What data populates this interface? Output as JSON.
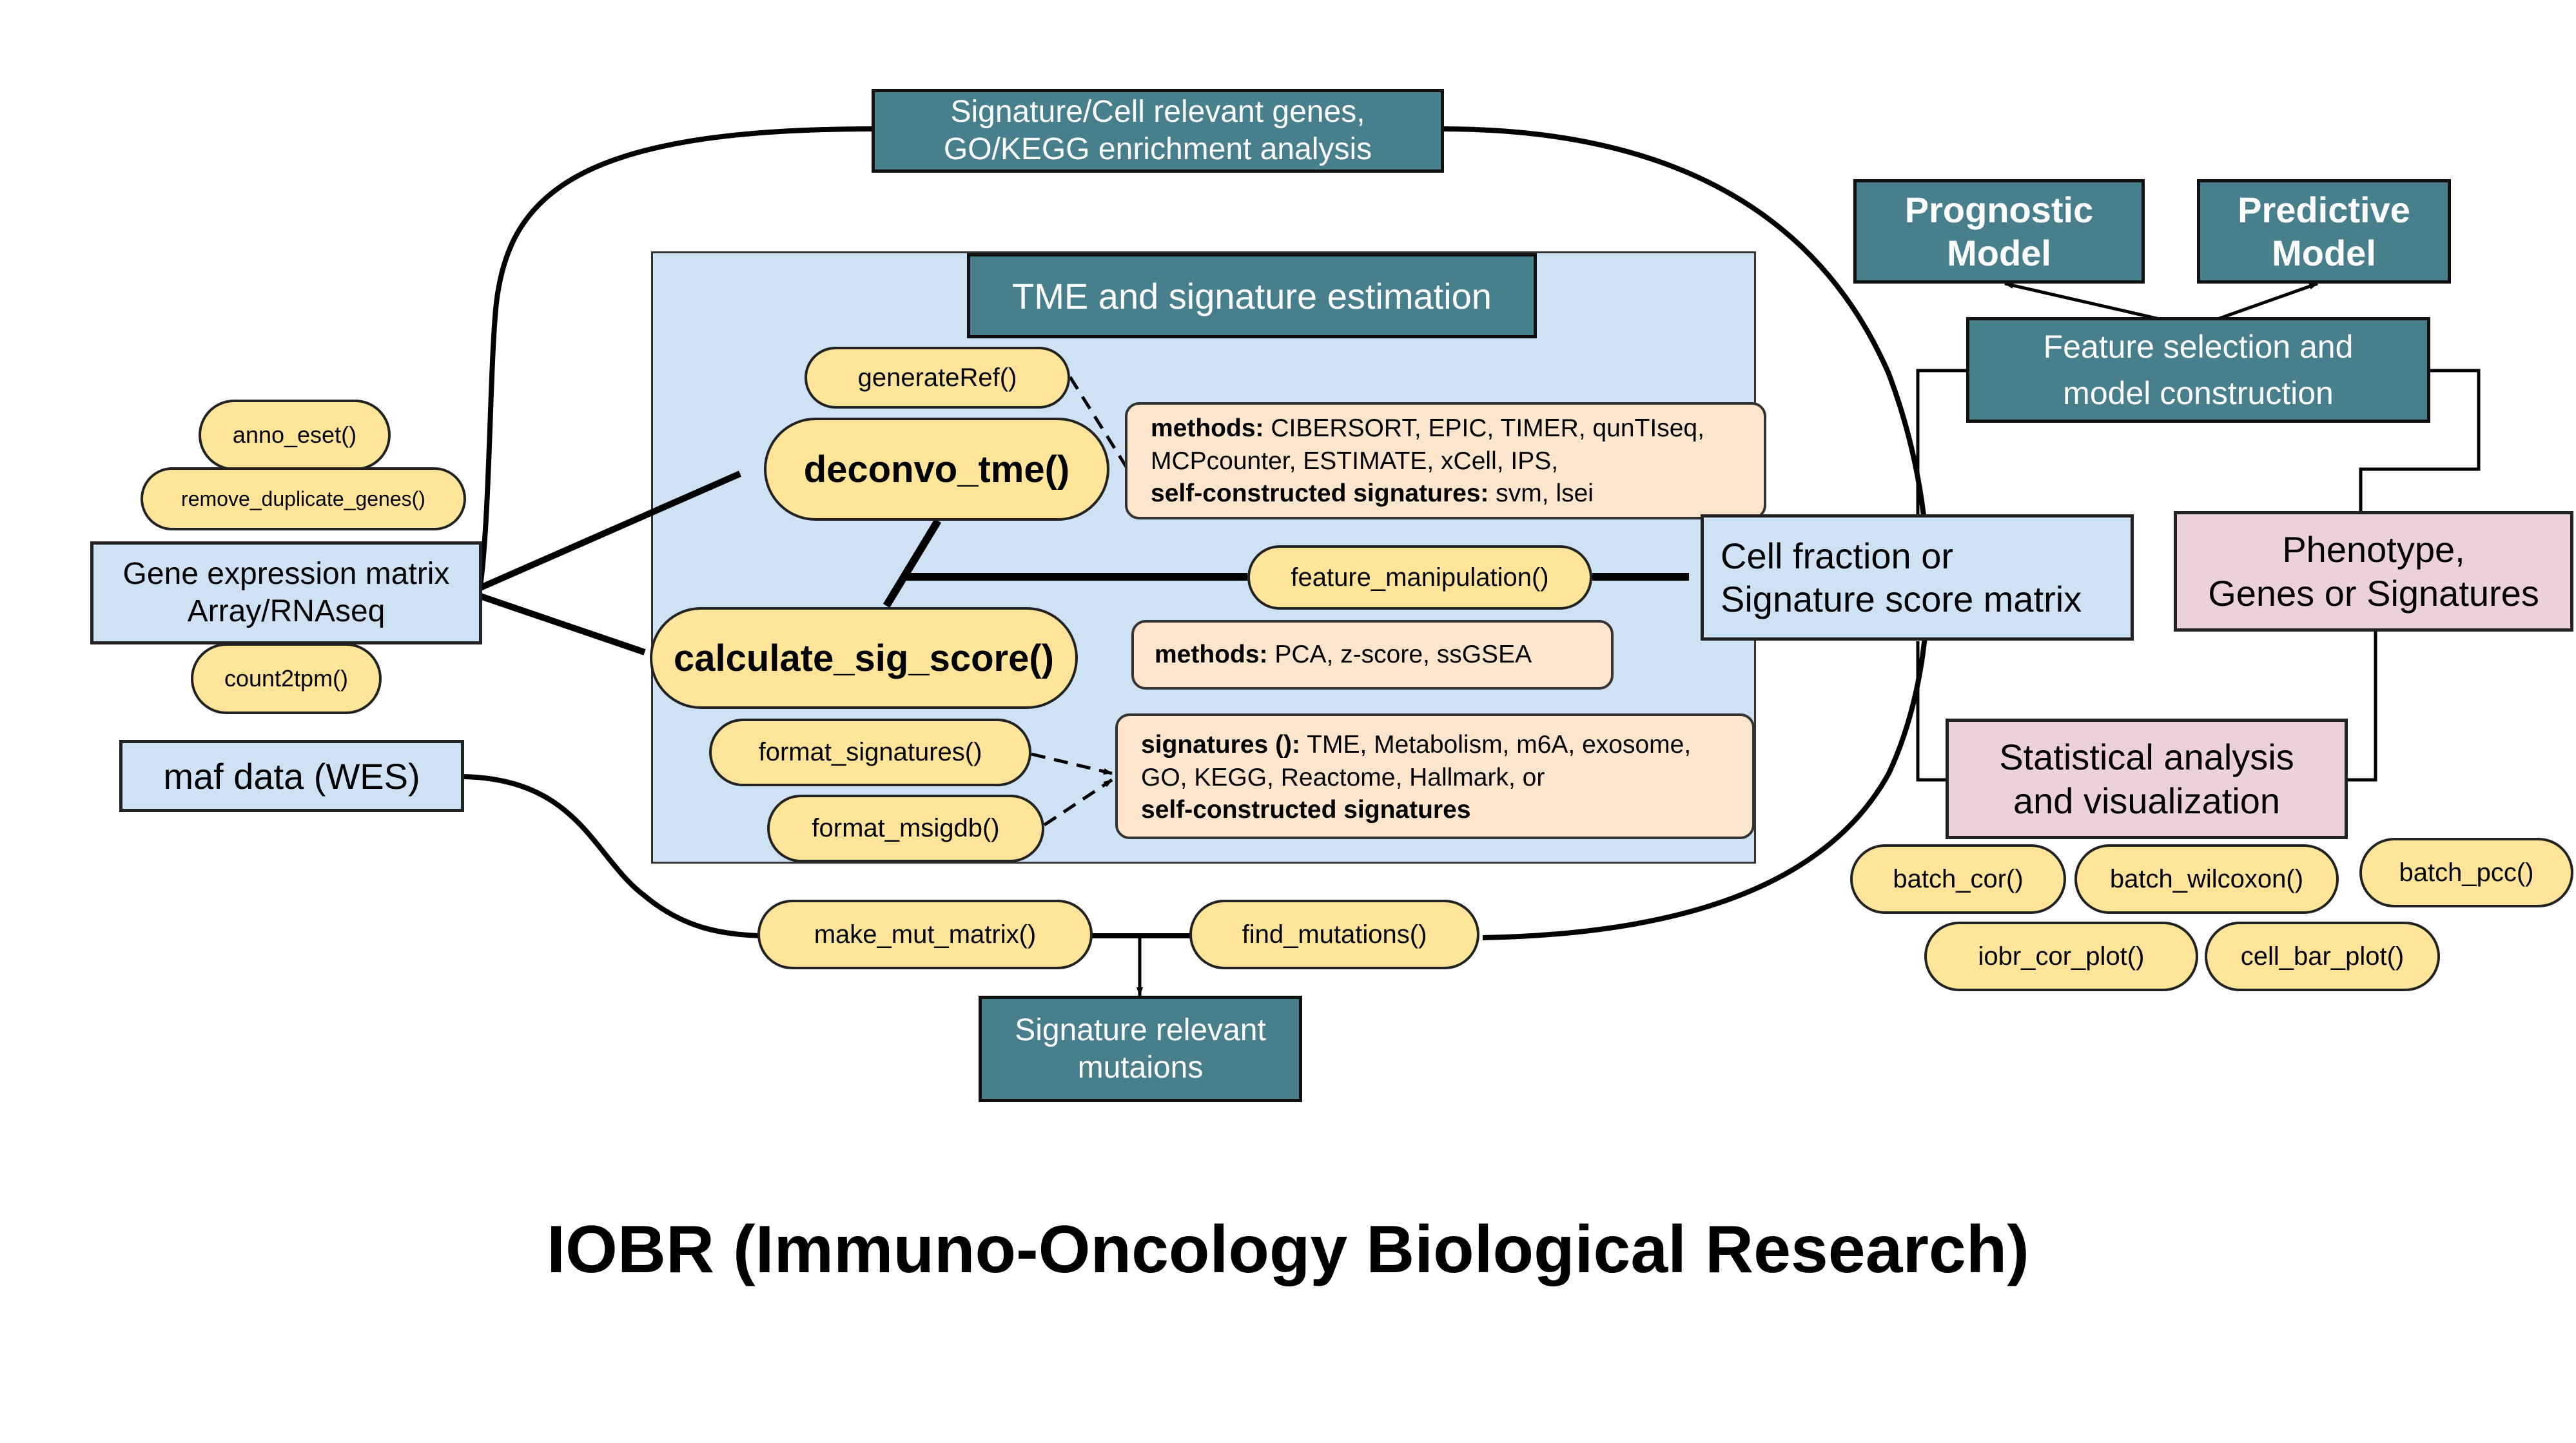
{
  "title": "IOBR (Immuno-Oncology Biological Research)",
  "panel": {
    "title": "TME and signature estimation"
  },
  "inputs": {
    "gene_expr": {
      "line1": "Gene expression matrix",
      "line2": "Array/RNAseq"
    },
    "maf": "maf data (WES)"
  },
  "functions": {
    "anno_eset": "anno_eset()",
    "remove_duplicate_genes": "remove_duplicate_genes()",
    "count2tpm": "count2tpm()",
    "generateRef": "generateRef()",
    "deconvo_tme": "deconvo_tme()",
    "calculate_sig_score": "calculate_sig_score()",
    "feature_manipulation": "feature_manipulation()",
    "format_signatures": "format_signatures()",
    "format_msigdb": "format_msigdb()",
    "make_mut_matrix": "make_mut_matrix()",
    "find_mutations": "find_mutations()",
    "batch_cor": "batch_cor()",
    "batch_wilcoxon": "batch_wilcoxon()",
    "batch_pcc": "batch_pcc()",
    "iobr_cor_plot": "iobr_cor_plot()",
    "cell_bar_plot": "cell_bar_plot()"
  },
  "methods_deconvo": {
    "label": "methods:",
    "line1": " CIBERSORT, EPIC, TIMER, qunTIseq,",
    "line2": "MCPcounter, ESTIMATE, xCell, IPS,",
    "label2": "self-constructed signatures:",
    "line3": " svm, lsei"
  },
  "methods_score": {
    "label": "methods:",
    "text": " PCA, z-score, ssGSEA"
  },
  "signatures": {
    "label": "signatures ():",
    "line1": " TME, Metabolism, m6A, exosome,",
    "line2": "GO, KEGG, Reactome, Hallmark, or",
    "line3": "self-constructed signatures"
  },
  "enrichment": {
    "line1": "Signature/Cell relevant genes,",
    "line2": "GO/KEGG enrichment analysis"
  },
  "cell_fraction": {
    "line1": "Cell fraction or",
    "line2": "Signature score matrix"
  },
  "prognostic": {
    "line1": "Prognostic",
    "line2": "Model"
  },
  "predictive": {
    "line1": "Predictive",
    "line2": "Model"
  },
  "feature_selection": {
    "line1": "Feature selection and",
    "line2": "model construction"
  },
  "phenotype": {
    "line1": "Phenotype,",
    "line2": "Genes or Signatures"
  },
  "statistical": {
    "line1": "Statistical analysis",
    "line2": "and visualization"
  },
  "mutations_box": {
    "line1": "Signature relevant",
    "line2": "mutaions"
  },
  "colors": {
    "teal": "#477f8c",
    "light_blue": "#cfe2f3",
    "pink": "#ead1dc",
    "yellow": "#ffe599",
    "peach": "#fce5cd"
  }
}
